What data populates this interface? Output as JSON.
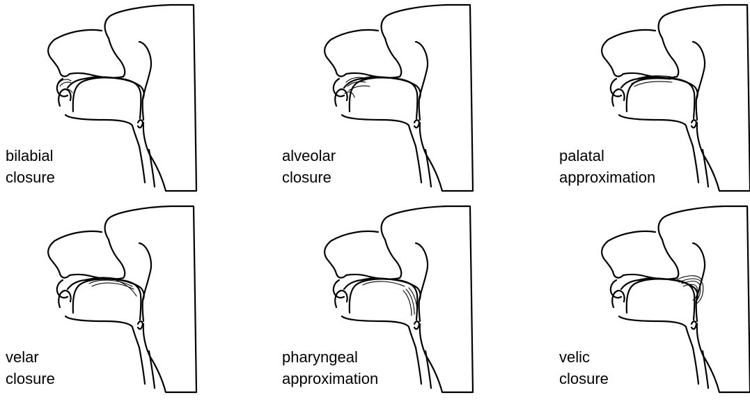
{
  "panels": [
    {
      "line1": "bilabial",
      "line2": "closure",
      "articulation": "bilabial"
    },
    {
      "line1": "alveolar",
      "line2": "closure",
      "articulation": "alveolar"
    },
    {
      "line1": "palatal",
      "line2": "approximation",
      "articulation": "palatal"
    },
    {
      "line1": "velar",
      "line2": "closure",
      "articulation": "velar"
    },
    {
      "line1": "pharyngeal",
      "line2": "approximation",
      "articulation": "pharyngeal"
    },
    {
      "line1": "velic",
      "line2": "closure",
      "articulation": "velic"
    }
  ]
}
